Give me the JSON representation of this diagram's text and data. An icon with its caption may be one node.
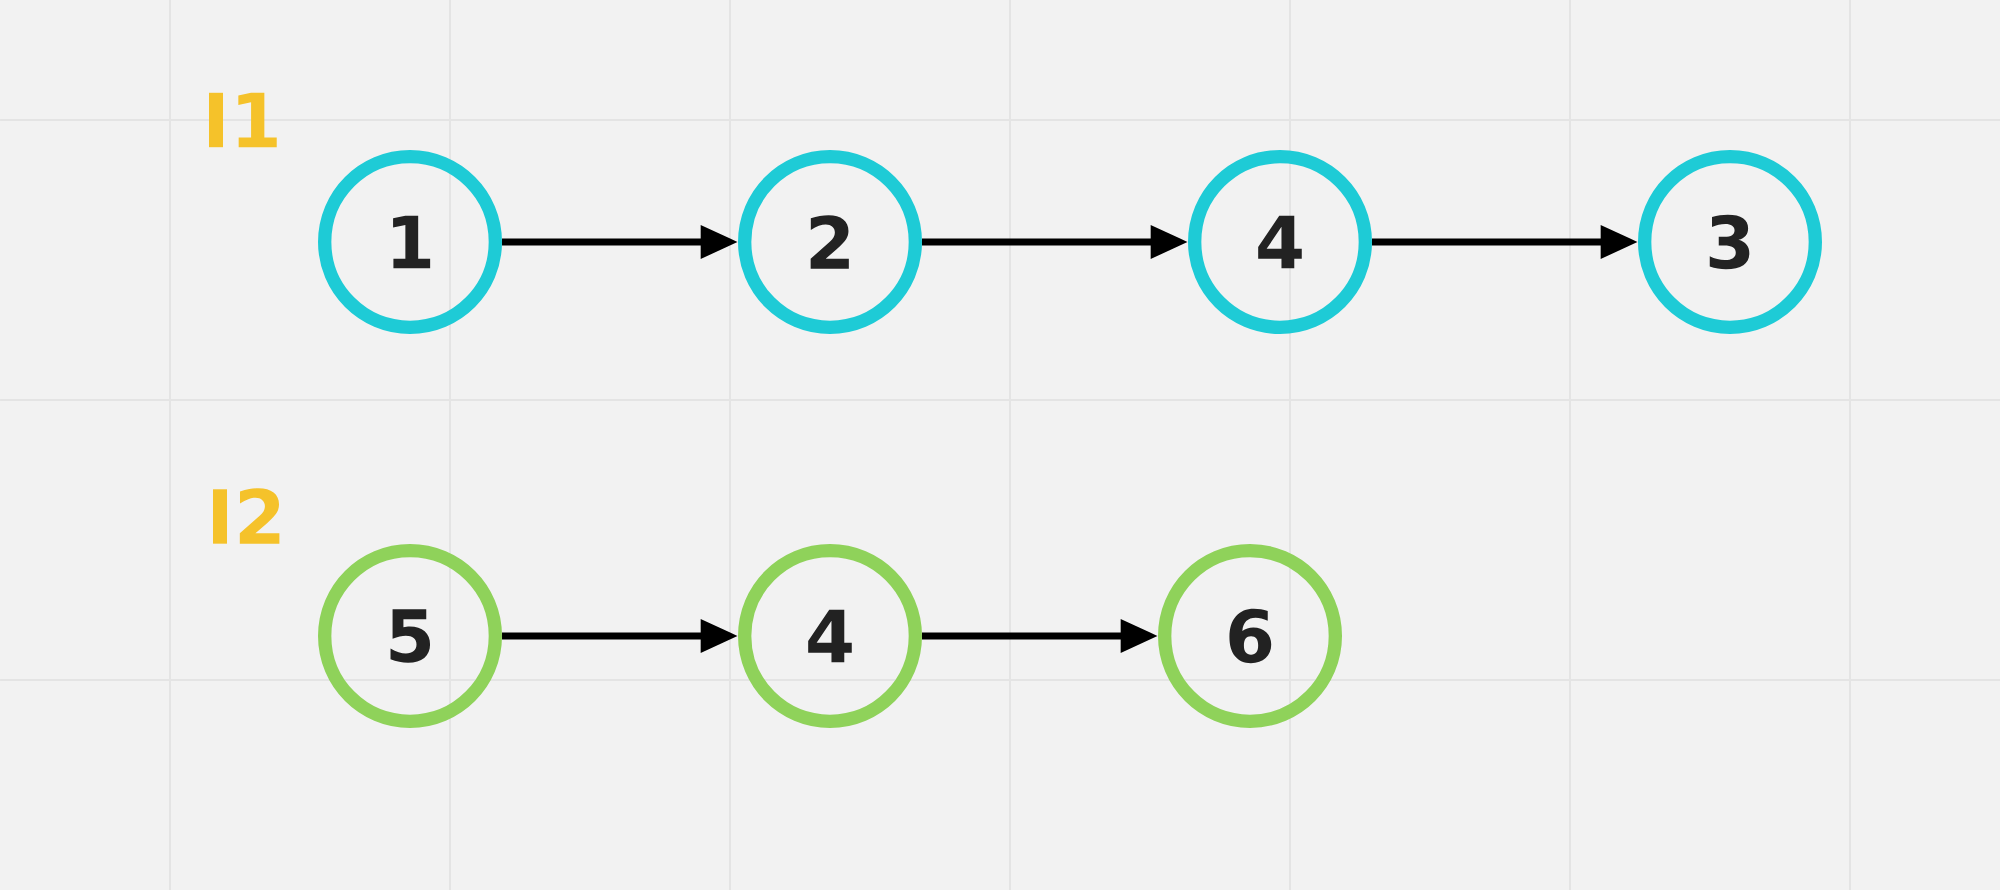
{
  "diagram": {
    "nodes": [
      {
        "text": [
          "1"
        ]
      },
      {
        "text": [
          "2"
        ]
      },
      {
        "text": [
          "4"
        ]
      },
      {
        "text": [
          "3"
        ]
      },
      {
        "text": [
          "5"
        ]
      },
      {
        "text": [
          "4"
        ]
      },
      {
        "text": [
          "6"
        ]
      }
    ],
    "edges": [
      {
        "from": 0,
        "to": 1,
        "arrow": "to"
      },
      {
        "from": 1,
        "to": 2,
        "arrow": "to"
      },
      {
        "from": 2,
        "to": 3,
        "arrow": "to"
      },
      {
        "from": 4,
        "to": 5,
        "arrow": "to"
      },
      {
        "from": 5,
        "to": 6,
        "arrow": "to"
      }
    ],
    "labels": [
      "I1",
      "I2"
    ]
  }
}
